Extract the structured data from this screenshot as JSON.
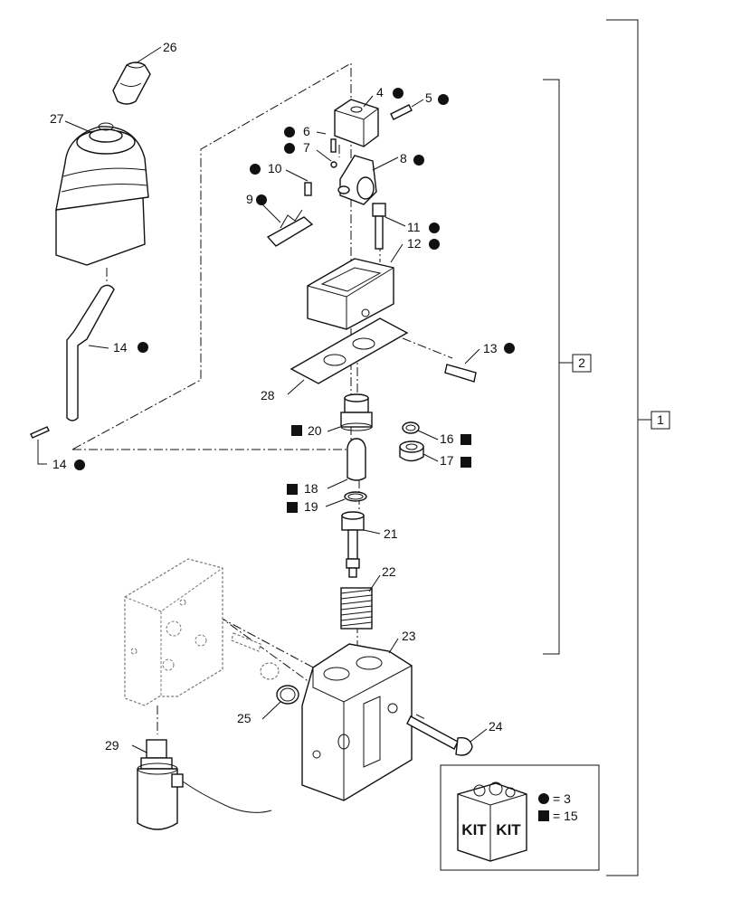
{
  "callouts": {
    "c1": "1",
    "c2": "2",
    "c4": "4",
    "c5": "5",
    "c6": "6",
    "c7": "7",
    "c8": "8",
    "c9": "9",
    "c10": "10",
    "c11": "11",
    "c12": "12",
    "c13": "13",
    "c14a": "14",
    "c14b": "14",
    "c16": "16",
    "c17": "17",
    "c18": "18",
    "c19": "19",
    "c20": "20",
    "c21": "21",
    "c22": "22",
    "c23": "23",
    "c24": "24",
    "c25": "25",
    "c26": "26",
    "c27": "27",
    "c28": "28",
    "c29": "29"
  },
  "kit": {
    "label_left": "KIT",
    "label_right": "KIT",
    "legend_circle": "= 3",
    "legend_square": "= 15"
  },
  "symbols": {
    "circle": "filled-circle-icon",
    "square": "filled-square-icon"
  }
}
